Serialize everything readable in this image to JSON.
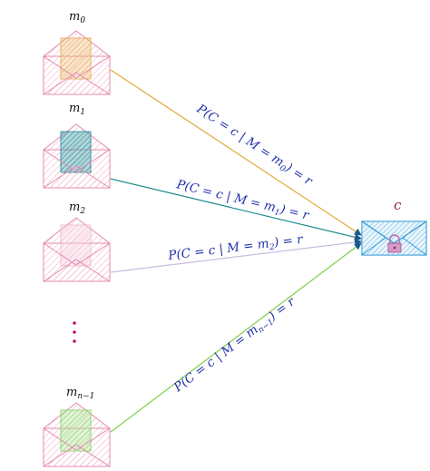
{
  "colors": {
    "envelope_stroke_pink": "#e48ab0",
    "envelope_hatch_pink": "#f2b6cc",
    "cipher_blue": "#2f9ad8",
    "label_blue": "#1f2fa8",
    "dots_magenta": "#c2127a",
    "cipher_label_color": "#9a1050"
  },
  "messages": [
    {
      "label_main": "m",
      "label_sub": "0",
      "fill_color": "#f0c07a",
      "arrow_color": "#e3a632",
      "edge_label": {
        "pre": "P(C = c | M = m",
        "sub": "0",
        "post": ") = r"
      }
    },
    {
      "label_main": "m",
      "label_sub": "1",
      "fill_color": "#3a9fa8",
      "arrow_color": "#1a8a8a",
      "edge_label": {
        "pre": "P(C = c | M = m",
        "sub": "1",
        "post": ") = r"
      }
    },
    {
      "label_main": "m",
      "label_sub": "2",
      "fill_color": "#f5d0df",
      "arrow_color": "#c9bde0",
      "edge_label": {
        "pre": "P(C = c | M = m",
        "sub": "2",
        "post": ") = r"
      }
    },
    {
      "label_main": "m",
      "label_sub": "n−1",
      "fill_color": "#a8e48e",
      "arrow_color": "#7ccf4a",
      "edge_label": {
        "pre": "P(C = c | M = m",
        "sub": "n−1",
        "post": ") = r"
      }
    }
  ],
  "ellipsis": "⋮",
  "ciphertext": {
    "label": "c",
    "lock_icon": "lock-icon"
  }
}
